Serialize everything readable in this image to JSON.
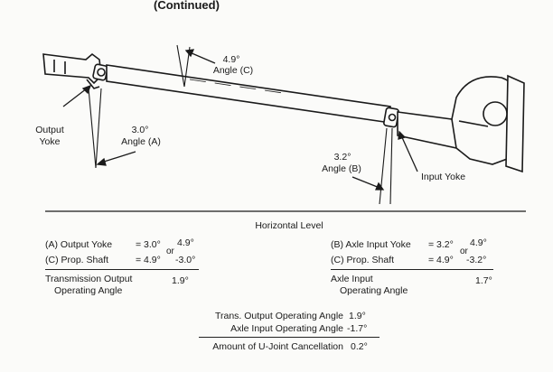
{
  "header": {
    "partial_title": "(Continued)"
  },
  "labels": {
    "angle_c": {
      "value": "4.9°",
      "name": "Angle (C)"
    },
    "angle_a": {
      "value": "3.0°",
      "name": "Angle (A)"
    },
    "angle_b": {
      "value": "3.2°",
      "name": "Angle (B)"
    },
    "output_yoke": {
      "line1": "Output",
      "line2": "Yoke"
    },
    "input_yoke": "Input Yoke",
    "horizontal_level": "Horizontal Level"
  },
  "left_calc": {
    "row_a": {
      "label": "(A) Output Yoke",
      "eq": "= 3.0°",
      "alt": "4.9°"
    },
    "row_c": {
      "label": "(C) Prop. Shaft",
      "eq": "= 4.9°",
      "alt": "-3.0°"
    },
    "or_word": "or",
    "result": {
      "line1": "Transmission Output",
      "line2": "Operating Angle",
      "value": "1.9°"
    }
  },
  "right_calc": {
    "row_b": {
      "label": "(B) Axle Input Yoke",
      "eq": "= 3.2°",
      "alt": "4.9°"
    },
    "row_c": {
      "label": "(C) Prop. Shaft",
      "eq": "= 4.9°",
      "alt": "-3.2°"
    },
    "or_word": "or",
    "result": {
      "line1": "Axle Input",
      "line2": "Operating Angle",
      "value": "1.7°"
    }
  },
  "summary": {
    "row1": {
      "label": "Trans. Output Operating Angle",
      "value": "1.9°"
    },
    "row2": {
      "label": "Axle Input Operating Angle",
      "value": "-1.7°"
    },
    "total": {
      "label": "Amount of U-Joint Cancellation",
      "value": "0.2°"
    }
  }
}
